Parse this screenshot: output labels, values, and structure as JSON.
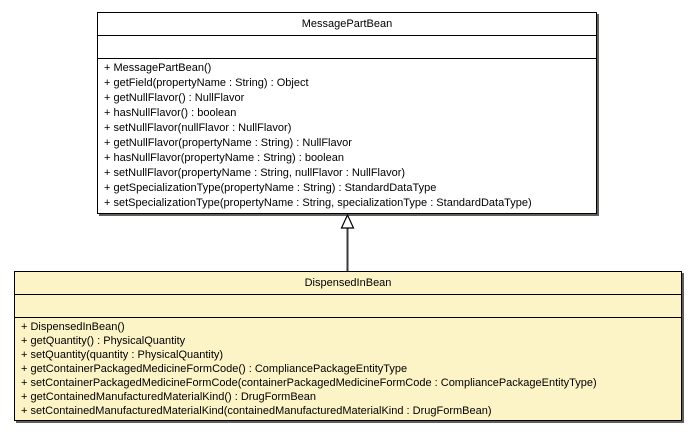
{
  "diagram": {
    "type": "uml-class-diagram",
    "background_color": "#ffffff",
    "classes": [
      {
        "name": "MessagePartBean",
        "fill_color": "#ffffff",
        "border_color": "#000000",
        "fields": [],
        "methods": [
          "+ MessagePartBean()",
          "+ getField(propertyName : String) : Object",
          "+ getNullFlavor() : NullFlavor",
          "+ hasNullFlavor() : boolean",
          "+ setNullFlavor(nullFlavor : NullFlavor)",
          "+ getNullFlavor(propertyName : String) : NullFlavor",
          "+ hasNullFlavor(propertyName : String) : boolean",
          "+ setNullFlavor(propertyName : String, nullFlavor : NullFlavor)",
          "+ getSpecializationType(propertyName : String) : StandardDataType",
          "+ setSpecializationType(propertyName : String, specializationType : StandardDataType)"
        ]
      },
      {
        "name": "DispensedInBean",
        "fill_color": "#fcf3c6",
        "border_color": "#000000",
        "fields": [],
        "methods": [
          "+ DispensedInBean()",
          "+ getQuantity() : PhysicalQuantity",
          "+ setQuantity(quantity : PhysicalQuantity)",
          "+ getContainerPackagedMedicineFormCode() : CompliancePackageEntityType",
          "+ setContainerPackagedMedicineFormCode(containerPackagedMedicineFormCode : CompliancePackageEntityType)",
          "+ getContainedManufacturedMaterialKind() : DrugFormBean",
          "+ setContainedManufacturedMaterialKind(containedManufacturedMaterialKind : DrugFormBean)"
        ]
      }
    ],
    "relationships": [
      {
        "type": "generalization",
        "from": "DispensedInBean",
        "to": "MessagePartBean",
        "arrow_style": "hollow-triangle"
      }
    ]
  }
}
